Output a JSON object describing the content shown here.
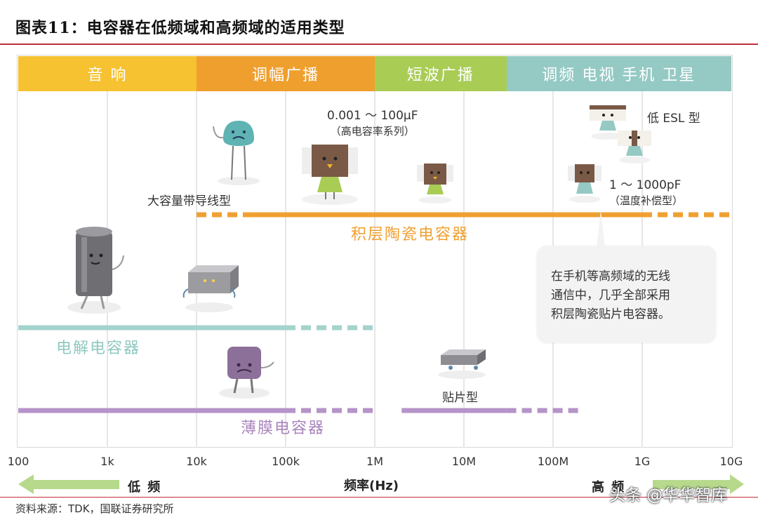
{
  "figure_title": "图表11：电容器在低频域和高频域的适用类型",
  "source": "资料来源：TDK，国联证券研究所",
  "watermark": "头条 @华华智库",
  "notes": {
    "mlcc_range": "0.001 ～ 100μF",
    "mlcc_range_sub": "（高电容率系列）",
    "mlcc_low_esl": "低 ESL 型",
    "mlcc_small_range": "1 ～ 1000pF",
    "mlcc_small_sub": "（温度补偿型）",
    "lead_type": "大容量带导线型",
    "chip_type": "贴片型"
  },
  "callout": [
    "在手机等高频域的无线",
    "通信中，几乎全部采用",
    "积层陶瓷贴片电容器。"
  ],
  "chart_data": {
    "type": "bar",
    "x_axis": {
      "scale": "log",
      "unit": "Hz",
      "xlabel": "频率(Hz)",
      "ticks": [
        "100",
        "1k",
        "10k",
        "100k",
        "1M",
        "10M",
        "100M",
        "1G",
        "10G"
      ],
      "tick_values": [
        100,
        1000,
        10000,
        100000,
        1000000,
        10000000,
        100000000,
        1000000000,
        10000000000
      ],
      "low_label": "低 频",
      "high_label": "高 频"
    },
    "bands": [
      {
        "label": "音 响",
        "from": 100,
        "to": 10000,
        "color": "#f6c232"
      },
      {
        "label": "调幅广播",
        "from": 10000,
        "to": 1000000,
        "color": "#ef9f2e"
      },
      {
        "label": "短波广播",
        "from": 1000000,
        "to": 30000000,
        "color": "#a9cc55"
      },
      {
        "label": "调频 电视 手机 卫星",
        "from": 30000000,
        "to": 10000000000,
        "color": "#95c9c4"
      }
    ],
    "series": [
      {
        "name": "积层陶瓷电容器",
        "color": "#f0a031",
        "solid": [
          [
            40000,
            1000000000
          ]
        ],
        "dashed": [
          [
            10000,
            40000
          ],
          [
            1000000000,
            10000000000
          ]
        ]
      },
      {
        "name": "电解电容器",
        "color": "#a3d3cc",
        "solid": [
          [
            100,
            100000
          ]
        ],
        "dashed": [
          [
            100000,
            1000000
          ]
        ]
      },
      {
        "name": "薄膜电容器",
        "color": "#b693c8",
        "solid": [
          [
            100,
            100000
          ],
          [
            2000000,
            30000000
          ]
        ],
        "dashed": [
          [
            100000,
            1000000
          ],
          [
            30000000,
            200000000
          ]
        ]
      }
    ]
  }
}
